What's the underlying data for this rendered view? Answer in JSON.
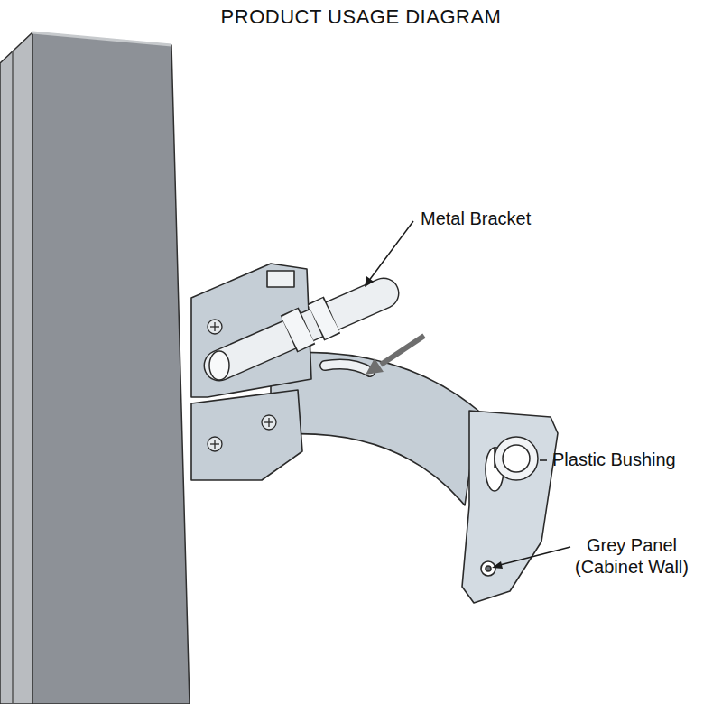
{
  "diagram": {
    "title": "PRODUCT USAGE DIAGRAM",
    "labels": [
      "Metal Bracket",
      "Plastic Bushing",
      "Grey Panel (Cabinet Wall)"
    ]
  }
}
